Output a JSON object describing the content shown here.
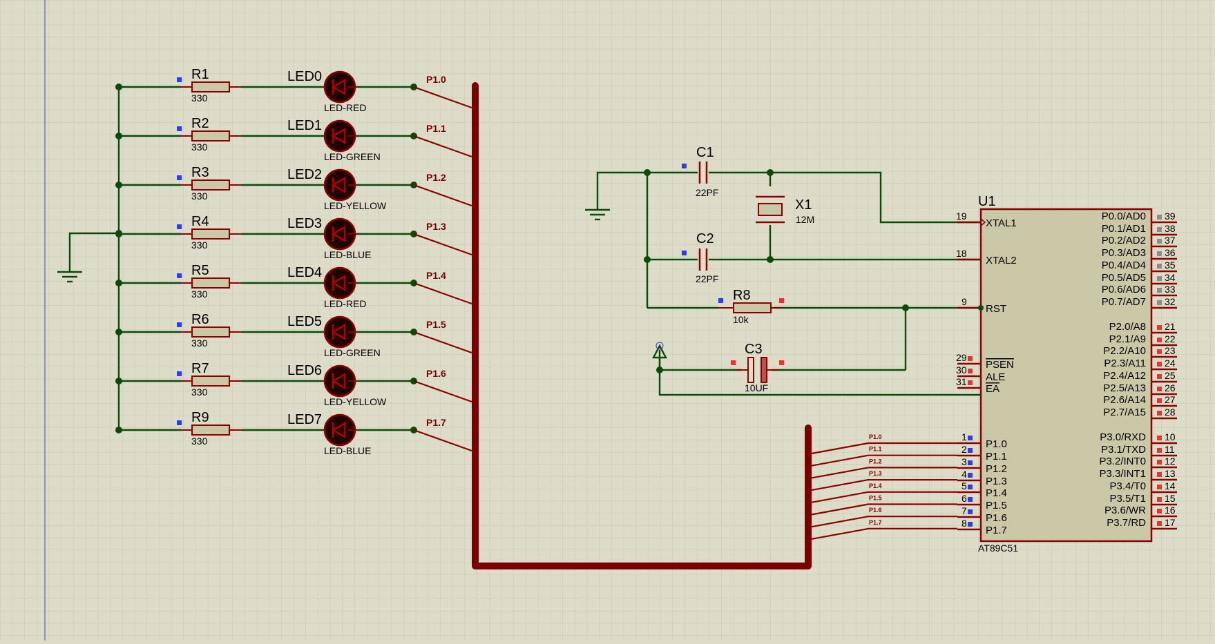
{
  "colors": {
    "background": "#dcdcc8",
    "grid": "#c6c6b2",
    "wire": "#0c4a0c",
    "component_line": "#8a0000",
    "bus": "#7a0000",
    "component_body": "#cbc8a8",
    "led_fill": "#200000",
    "pin_blue": "#2d3df2",
    "pin_red": "#f03030",
    "pin_gray": "#8c8c8c"
  },
  "resistors": [
    {
      "ref": "R1",
      "value": "330"
    },
    {
      "ref": "R2",
      "value": "330"
    },
    {
      "ref": "R3",
      "value": "330"
    },
    {
      "ref": "R4",
      "value": "330"
    },
    {
      "ref": "R5",
      "value": "330"
    },
    {
      "ref": "R6",
      "value": "330"
    },
    {
      "ref": "R7",
      "value": "330"
    },
    {
      "ref": "R9",
      "value": "330"
    }
  ],
  "leds": [
    {
      "ref": "LED0",
      "type": "LED-RED",
      "net": "P1.0"
    },
    {
      "ref": "LED1",
      "type": "LED-GREEN",
      "net": "P1.1"
    },
    {
      "ref": "LED2",
      "type": "LED-YELLOW",
      "net": "P1.2"
    },
    {
      "ref": "LED3",
      "type": "LED-BLUE",
      "net": "P1.3"
    },
    {
      "ref": "LED4",
      "type": "LED-RED",
      "net": "P1.4"
    },
    {
      "ref": "LED5",
      "type": "LED-GREEN",
      "net": "P1.5"
    },
    {
      "ref": "LED6",
      "type": "LED-YELLOW",
      "net": "P1.6"
    },
    {
      "ref": "LED7",
      "type": "LED-BLUE",
      "net": "P1.7"
    }
  ],
  "c1": {
    "ref": "C1",
    "value": "22PF"
  },
  "c2": {
    "ref": "C2",
    "value": "22PF"
  },
  "c3": {
    "ref": "C3",
    "value": "10UF"
  },
  "x1": {
    "ref": "X1",
    "value": "12M"
  },
  "r8": {
    "ref": "R8",
    "value": "10k"
  },
  "u1": {
    "ref": "U1",
    "part": "AT89C51",
    "left_pins": [
      {
        "num": "19",
        "name": "XTAL1"
      },
      {
        "num": "18",
        "name": "XTAL2"
      },
      {
        "num": "9",
        "name": "RST"
      },
      {
        "num": "29",
        "name": "PSEN"
      },
      {
        "num": "30",
        "name": "ALE"
      },
      {
        "num": "31",
        "name": "EA"
      },
      {
        "num": "1",
        "name": "P1.0"
      },
      {
        "num": "2",
        "name": "P1.1"
      },
      {
        "num": "3",
        "name": "P1.2"
      },
      {
        "num": "4",
        "name": "P1.3"
      },
      {
        "num": "5",
        "name": "P1.4"
      },
      {
        "num": "6",
        "name": "P1.5"
      },
      {
        "num": "7",
        "name": "P1.6"
      },
      {
        "num": "8",
        "name": "P1.7"
      }
    ],
    "right_pins": [
      {
        "num": "39",
        "name": "P0.0/AD0"
      },
      {
        "num": "38",
        "name": "P0.1/AD1"
      },
      {
        "num": "37",
        "name": "P0.2/AD2"
      },
      {
        "num": "36",
        "name": "P0.3/AD3"
      },
      {
        "num": "35",
        "name": "P0.4/AD4"
      },
      {
        "num": "34",
        "name": "P0.5/AD5"
      },
      {
        "num": "33",
        "name": "P0.6/AD6"
      },
      {
        "num": "32",
        "name": "P0.7/AD7"
      },
      {
        "num": "21",
        "name": "P2.0/A8"
      },
      {
        "num": "22",
        "name": "P2.1/A9"
      },
      {
        "num": "23",
        "name": "P2.2/A10"
      },
      {
        "num": "24",
        "name": "P2.3/A11"
      },
      {
        "num": "25",
        "name": "P2.4/A12"
      },
      {
        "num": "26",
        "name": "P2.5/A13"
      },
      {
        "num": "27",
        "name": "P2.6/A14"
      },
      {
        "num": "28",
        "name": "P2.7/A15"
      },
      {
        "num": "10",
        "name": "P3.0/RXD"
      },
      {
        "num": "11",
        "name": "P3.1/TXD"
      },
      {
        "num": "12",
        "name": "P3.2/INT0"
      },
      {
        "num": "13",
        "name": "P3.3/INT1"
      },
      {
        "num": "14",
        "name": "P3.4/T0"
      },
      {
        "num": "15",
        "name": "P3.5/T1"
      },
      {
        "num": "16",
        "name": "P3.6/WR"
      },
      {
        "num": "17",
        "name": "P3.7/RD"
      }
    ],
    "bus_labels": [
      "P1.0",
      "P1.1",
      "P1.2",
      "P1.3",
      "P1.4",
      "P1.5",
      "P1.6",
      "P1.7"
    ]
  }
}
